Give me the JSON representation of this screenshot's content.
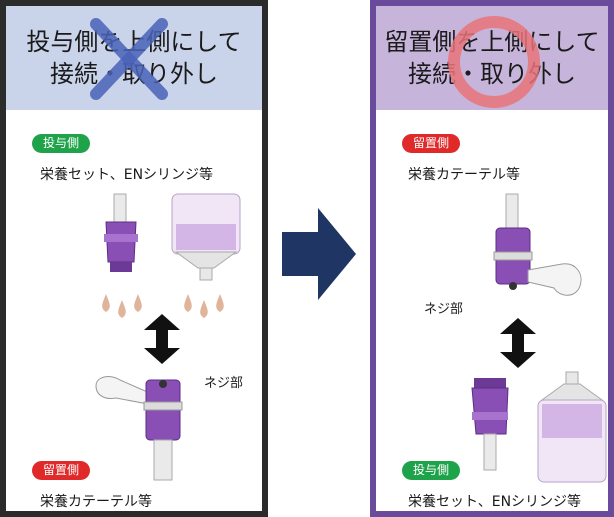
{
  "left_panel": {
    "header": {
      "line1": "投与側を上側にして",
      "line2": "接続・取り外し"
    },
    "mark": "cross-mark-icon",
    "top_tag": {
      "label": "投与側",
      "color": "#1fa34a"
    },
    "top_caption": "栄養セット、ENシリンジ等",
    "screw_label": "ネジ部",
    "bottom_tag": {
      "label": "留置側",
      "color": "#e02a2a"
    },
    "bottom_caption": "栄養カテーテル等"
  },
  "arrow": "right-arrow-icon",
  "right_panel": {
    "header": {
      "line1": "留置側を上側にして",
      "line2": "接続・取り外し"
    },
    "mark": "circle-mark-icon",
    "top_tag": {
      "label": "留置側",
      "color": "#e02a2a"
    },
    "top_caption": "栄養カテーテル等",
    "screw_label": "ネジ部",
    "bottom_tag": {
      "label": "投与側",
      "color": "#1fa34a"
    },
    "bottom_caption": "栄養セット、ENシリンジ等"
  },
  "colors": {
    "left_border": "#2b2b2b",
    "right_border": "#6a4a9a",
    "arrow": "#1f3563",
    "connector": "#8a4fb5"
  }
}
